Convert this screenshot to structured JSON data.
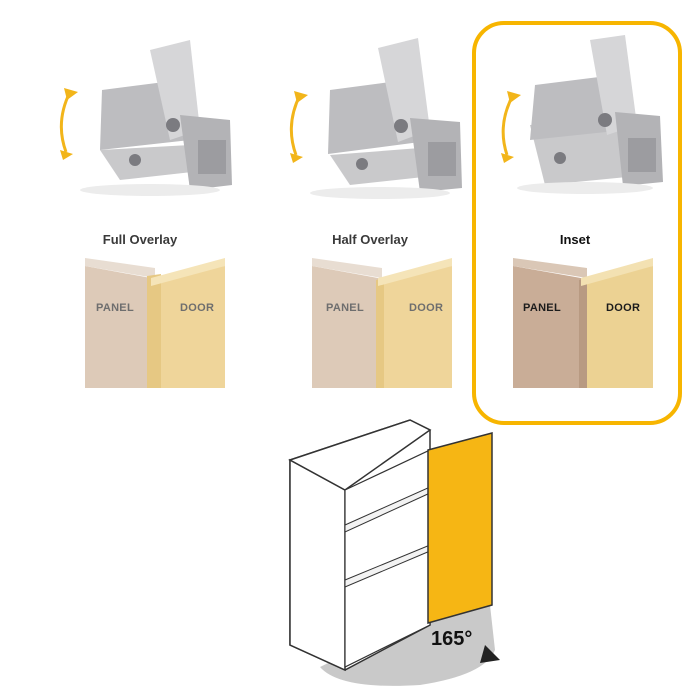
{
  "options": [
    {
      "title": "Full Overlay",
      "panel_label": "PANEL",
      "door_label": "DOOR"
    },
    {
      "title": "Half Overlay",
      "panel_label": "PANEL",
      "door_label": "DOOR"
    },
    {
      "title": "Inset",
      "panel_label": "PANEL",
      "door_label": "DOOR"
    }
  ],
  "opening_angle": "165°",
  "colors": {
    "accent": "#f7b500",
    "door": "#f6b614",
    "panel_wood": "#d9c6b4",
    "door_wood": "#ecd49a"
  }
}
